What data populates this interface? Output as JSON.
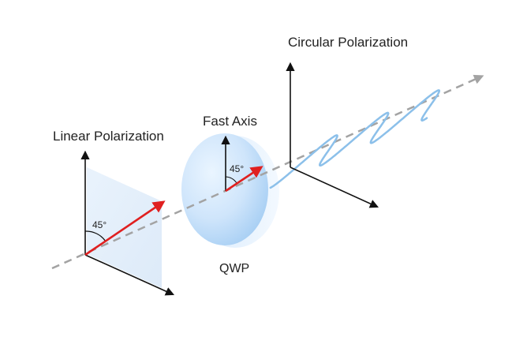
{
  "labels": {
    "linear": "Linear Polarization",
    "fast_axis": "Fast Axis",
    "circular": "Circular Polarization",
    "qwp": "QWP",
    "angle_left": "45°",
    "angle_plate": "45°"
  },
  "colors": {
    "beam": "#a3a3a3",
    "axis": "#111111",
    "vector": "#e02020",
    "plane": "#e3effb",
    "lens_light": "#e9f4ff",
    "lens_dark": "#a9d0f4",
    "lens_edge": "#cfe4f8",
    "helix": "#8cc0ea"
  }
}
